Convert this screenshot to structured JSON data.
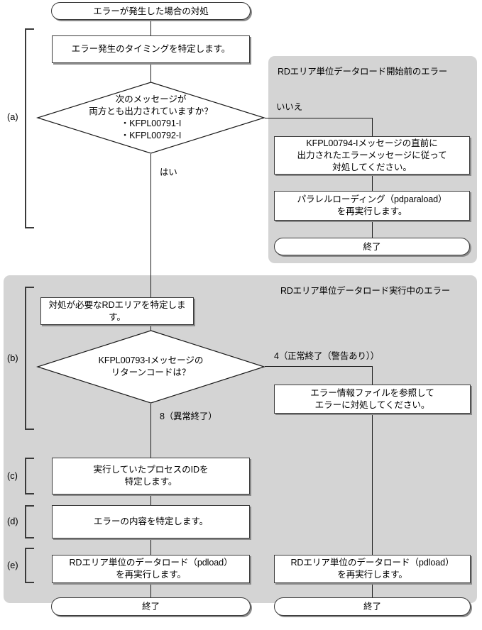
{
  "figure": {
    "kind": "flowchart",
    "title": "エラーが発生した場合の対処"
  },
  "panels": [
    {
      "title": "RDエリア単位データロード開始前のエラー"
    },
    {
      "title": "RDエリア単位データロード実行中のエラー"
    }
  ],
  "steps": [
    {
      "key": "a",
      "label": "(a)"
    },
    {
      "key": "b",
      "label": "(b)"
    },
    {
      "key": "c",
      "label": "(c)"
    },
    {
      "key": "d",
      "label": "(d)"
    },
    {
      "key": "e",
      "label": "(e)"
    }
  ],
  "nodes": {
    "start": "エラーが発生した場合の対処",
    "timing": "エラー発生のタイミングを特定します。",
    "decision_messages": "次のメッセージが\n両方とも出力されていますか？\n・KFPL00791-I\n・KFPL00792-I",
    "kfpl00794": "KFPL00794-Iメッセージの直前に\n出力されたエラーメッセージに従って\n対処してください。",
    "pdparaload": "パラレルローディング（pdparaload）\nを再実行します。",
    "end_right_top": "終了",
    "identify_rdarea": "対処が必要なRDエリアを特定します。",
    "decision_returncode": "KFPL00793-Iメッセージの\nリターンコードは？",
    "error_info_file": "エラー情報ファイルを参照して\nエラーに対処してください。",
    "process_id": "実行していたプロセスのIDを\n特定します。",
    "error_content": "エラーの内容を特定します。",
    "pdload_left": "RDエリア単位のデータロード（pdload）\nを再実行します。",
    "pdload_right": "RDエリア単位のデータロード（pdload）\nを再実行します。",
    "end_left_bottom": "終了",
    "end_right_bottom": "終了"
  },
  "edge_labels": {
    "no": "いいえ",
    "yes": "はい",
    "rc4": "4（正常終了（警告あり））",
    "rc8": "8（異常終了）"
  },
  "colors": {
    "panel_background": "#d4d4d4",
    "page_background": "#ffffff",
    "box_border": "#3a3a3a",
    "box_shadow": "#8a8a8a",
    "line": "#1a1a1a",
    "text": "#000000"
  }
}
